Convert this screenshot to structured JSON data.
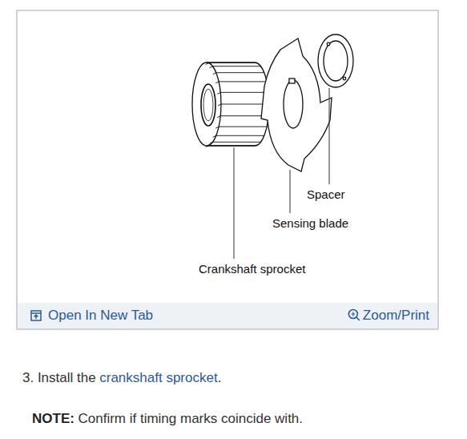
{
  "diagram": {
    "nodes": [
      {
        "text": [
          "Open In New Tab",
          "Zoom/Print"
        ]
      }
    ],
    "labels": [
      "Spacer",
      "Sensing blade",
      "Crankshaft sprocket",
      "3. Install the",
      "crankshaft sprocket",
      ".",
      "NOTE:",
      "Confirm if timing marks coincide with."
    ]
  }
}
